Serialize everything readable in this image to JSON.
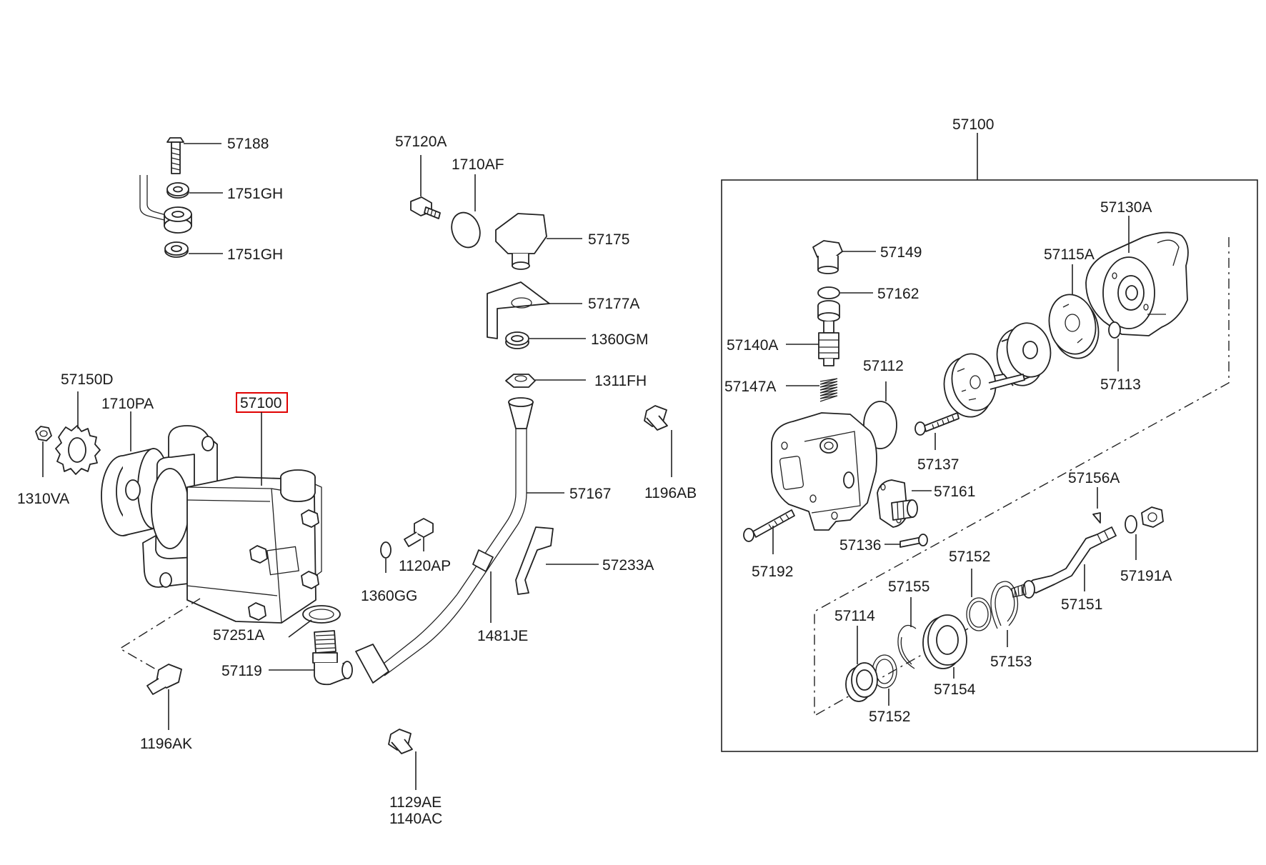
{
  "labels": {
    "l57188": "57188",
    "l1751gh_a": "1751GH",
    "l1751gh_b": "1751GH",
    "l57120a": "57120A",
    "l1710af": "1710AF",
    "l57175": "57175",
    "l57177a": "57177A",
    "l1360gm": "1360GM",
    "l1311fh": "1311FH",
    "l57150d": "57150D",
    "l1710pa": "1710PA",
    "l57100_sel": "57100",
    "l1310va": "1310VA",
    "l57167": "57167",
    "l1196ab": "1196AB",
    "l1120ap": "1120AP",
    "l1360gg": "1360GG",
    "l57233a": "57233A",
    "l57251a": "57251A",
    "l1481je": "1481JE",
    "l57119": "57119",
    "l1196ak": "1196AK",
    "l1129ae": "1129AE",
    "l1140ac": "1140AC",
    "l57100": "57100",
    "l57130a": "57130A",
    "l57149": "57149",
    "l57115a": "57115A",
    "l57162": "57162",
    "l57140a": "57140A",
    "l57112": "57112",
    "l57113": "57113",
    "l57147a": "57147A",
    "l57137": "57137",
    "l57156a": "57156A",
    "l57161": "57161",
    "l57136": "57136",
    "l57192": "57192",
    "l57191a": "57191A",
    "l57152_a": "57152",
    "l57155": "57155",
    "l57114": "57114",
    "l57151": "57151",
    "l57153": "57153",
    "l57154": "57154",
    "l57152_b": "57152"
  },
  "colors": {
    "line": "#222222",
    "highlight": "#e00000",
    "background": "#ffffff"
  }
}
